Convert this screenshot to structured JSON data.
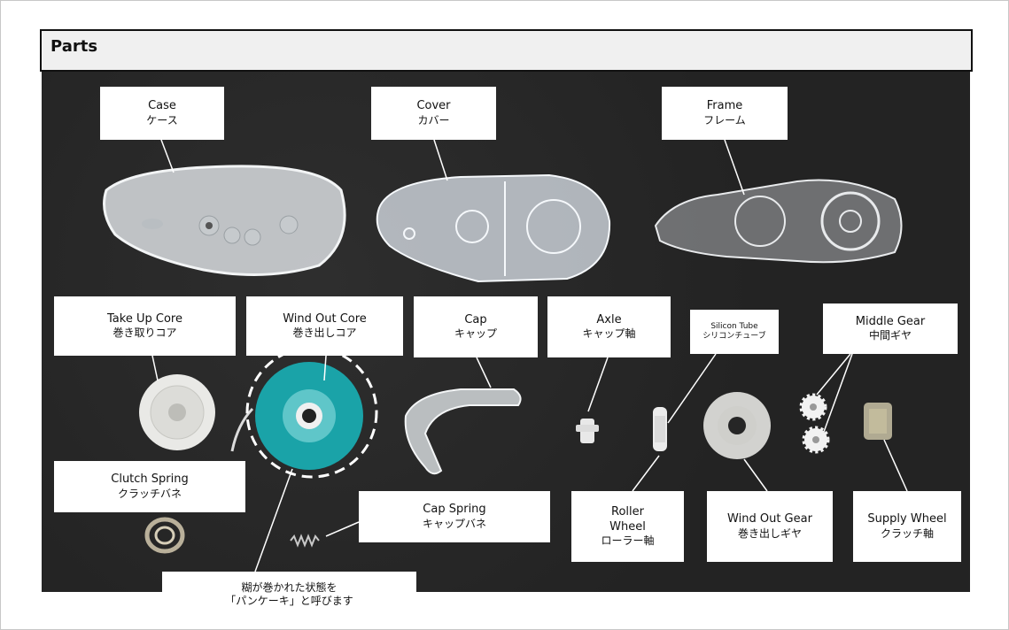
{
  "header": {
    "title": "Parts"
  },
  "labels": {
    "case": {
      "en": "Case",
      "ja": "ケース"
    },
    "cover": {
      "en": "Cover",
      "ja": "カバー"
    },
    "frame": {
      "en": "Frame",
      "ja": "フレーム"
    },
    "take_up_core": {
      "en": "Take Up Core",
      "ja": "巻き取りコア"
    },
    "wind_out_core": {
      "en": "Wind Out Core",
      "ja": "巻き出しコア"
    },
    "cap": {
      "en": "Cap",
      "ja": "キャップ"
    },
    "axle": {
      "en": "Axle",
      "ja": "キャップ軸"
    },
    "silicon_tube": {
      "en": "Silicon Tube",
      "ja": "シリコンチューブ"
    },
    "middle_gear": {
      "en": "Middle Gear",
      "ja": "中間ギヤ"
    },
    "clutch_spring": {
      "en": "Clutch Spring",
      "ja": "クラッチバネ"
    },
    "cap_spring": {
      "en": "Cap Spring",
      "ja": "キャップバネ"
    },
    "roller_wheel": {
      "en1": "Roller",
      "en2": "Wheel",
      "ja": "ローラー軸"
    },
    "wind_out_gear": {
      "en": "Wind Out Gear",
      "ja": "巻き出しギヤ"
    },
    "supply_wheel": {
      "en": "Supply Wheel",
      "ja": "クラッチ軸"
    },
    "pancake_note": {
      "line1": "糊が巻かれた状態を",
      "line2": "「パンケーキ」と呼びます"
    }
  },
  "colors": {
    "background": "#262626",
    "label_bg": "#ffffff",
    "teal_core": "#1aa3a8"
  }
}
